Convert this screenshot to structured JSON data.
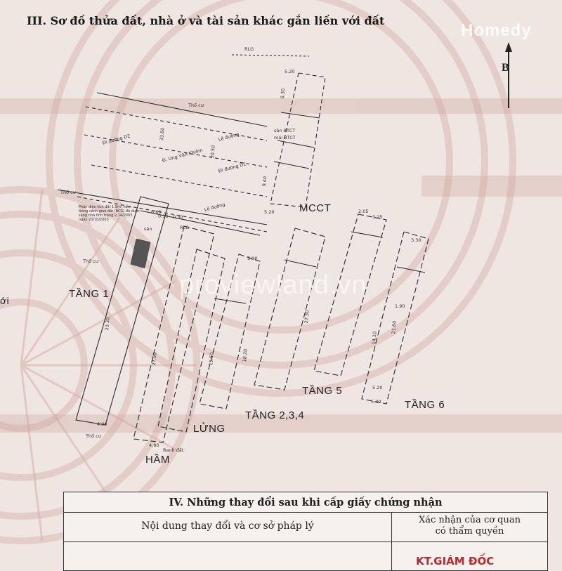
{
  "section": {
    "title": "III. Sơ đồ thửa đất, nhà ở và tài sản khác gắn liền với đất"
  },
  "watermarks": {
    "brand": "Homedy",
    "main": "proviewland.vn"
  },
  "map": {
    "north_label": "B",
    "labels": {
      "mcct": "MCCT",
      "tang1": "TẦNG 1",
      "tang234": "TẦNG 2,3,4",
      "tang5": "TẦNG 5",
      "tang6": "TẦNG 6",
      "lung": "LỬNG",
      "ham": "HẦM",
      "partial": "ới"
    },
    "small_labels": {
      "rlg_top": "RLG",
      "tho_cu_1": "Thổ cư",
      "le_duong_1": "Lề đường",
      "di_duong_d2": "Đi đường D2",
      "ung_van_khiem": "Đ. Ung Văn Khiêm",
      "di_duong_d1": "Đi đường D1",
      "tho_cu_2": "Thổ cư",
      "le_duong_2": "Lề đường",
      "son": "sân",
      "tho_cu_3": "Thổ cư",
      "rlg_mid": "RLG",
      "tho_cu_4": "Thổ cư",
      "ranh_dat": "Ranh đất",
      "san_btct": "sàn BTCT",
      "mai_btct": "mái BTCT"
    },
    "note_text": "Phần diện tích đất 1,5m² nằm trong cảnh giao đất (BCG) đã được sang nhà tình trạng 2.14/2003 ngày 20/10/2003",
    "dims": [
      "5.20",
      "6.30",
      "9.40",
      "5.20",
      "6.60",
      "0.30",
      "0.30",
      "23.30",
      "4.80",
      "27.90",
      "15.50",
      "18.20",
      "27.30",
      "21.60",
      "5.20",
      "5.30",
      "2.05",
      "3.25",
      "14.10",
      "3.30",
      "5.90",
      "4.90",
      "1.90",
      "30.50",
      "33.60"
    ]
  },
  "table": {
    "title": "IV. Những thay đổi sau khi cấp giấy chứng nhận",
    "col_left": "Nội dung thay đổi và cơ sở pháp lý",
    "col_right_line1": "Xác nhận của cơ quan",
    "col_right_line2": "có thẩm quyền"
  },
  "stamp": {
    "text": "KT.GIÁM ĐỐC"
  },
  "colors": {
    "paper": "#efe6e2",
    "ornament": "#d9b9b3",
    "ink": "#1f1f1f",
    "stamp": "#c0262a"
  }
}
